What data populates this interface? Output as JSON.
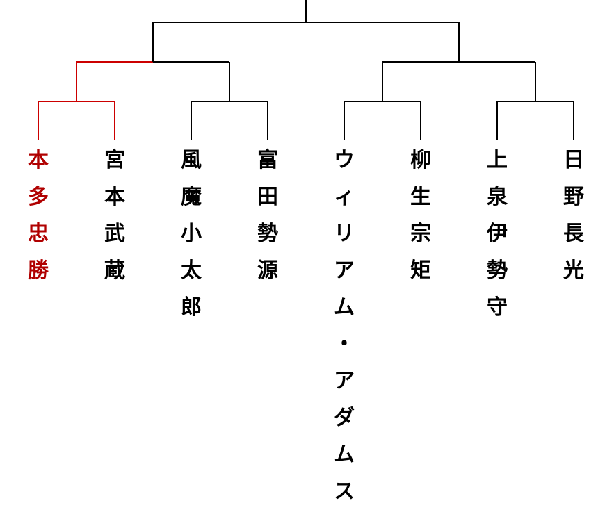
{
  "bracket": {
    "line_color": "#000000",
    "winner_color": "#cc0000",
    "winner_text_color": "#b00000",
    "participants": [
      {
        "name": "本多忠勝",
        "winner": true
      },
      {
        "name": "宮本武蔵",
        "winner": false
      },
      {
        "name": "風魔小太郎",
        "winner": false
      },
      {
        "name": "富田勢源",
        "winner": false
      },
      {
        "name": "ウィリアム・アダムス",
        "winner": false
      },
      {
        "name": "柳生宗矩",
        "winner": false
      },
      {
        "name": "上泉伊勢守",
        "winner": false
      },
      {
        "name": "日野長光",
        "winner": false
      }
    ]
  }
}
